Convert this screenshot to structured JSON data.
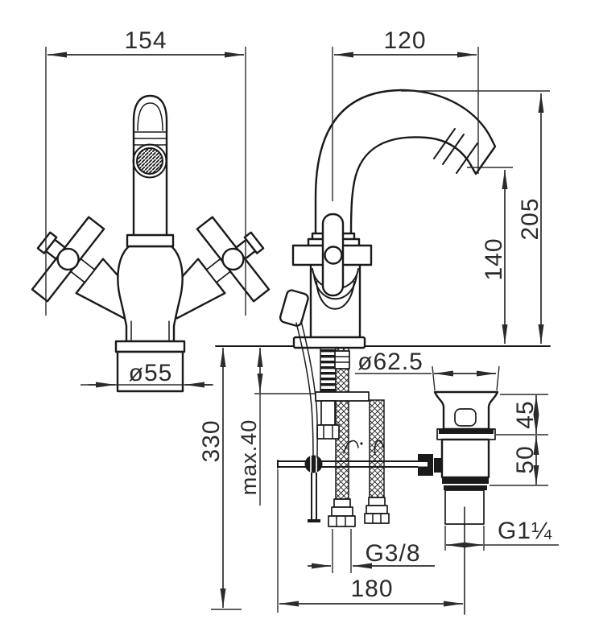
{
  "drawing": {
    "dimensions": {
      "front_width": "154",
      "spout_reach": "120",
      "total_height": "205",
      "outlet_height": "140",
      "base_diameter": "ø55",
      "waste_flange_diameter": "ø62.5",
      "waste_top_height": "45",
      "waste_body_height": "50",
      "below_deck_length": "330",
      "max_deck_thickness": "max.40",
      "supply_thread": "G3/8",
      "waste_thread": "G1¼",
      "center_distance": "180"
    },
    "colors": {
      "line": "#1a1a1a",
      "dimension": "#2b2b2b",
      "background": "#ffffff"
    }
  }
}
